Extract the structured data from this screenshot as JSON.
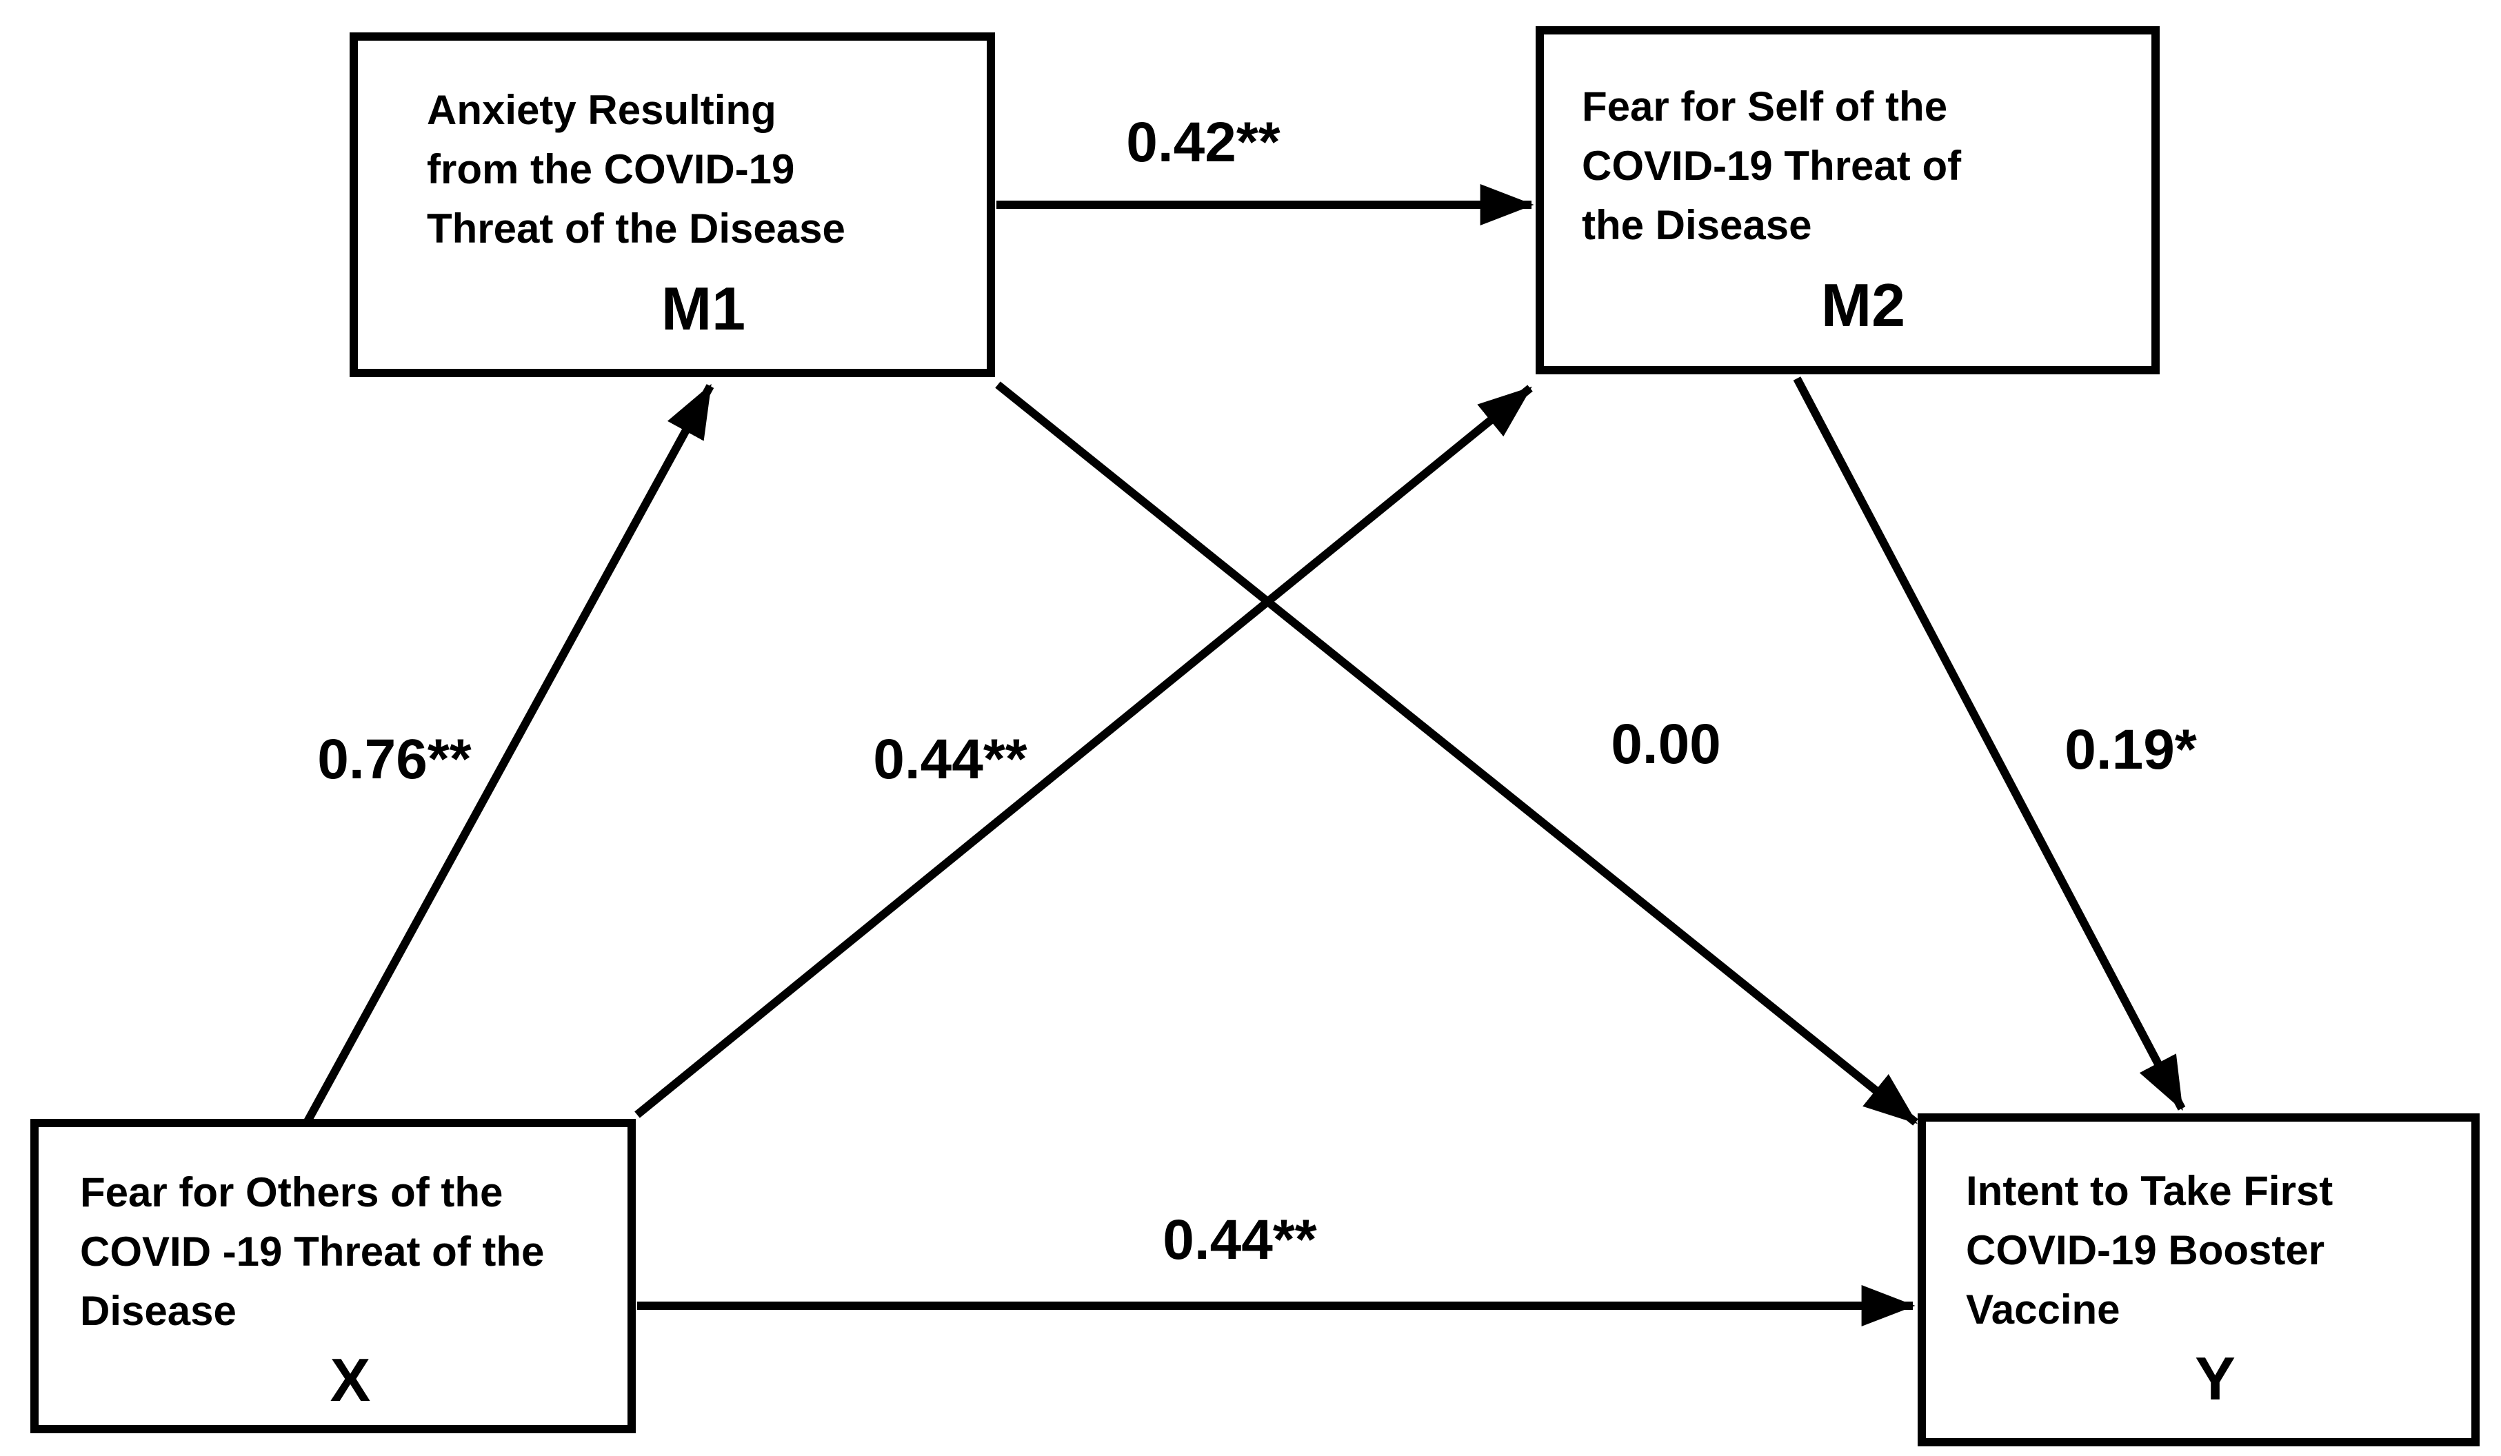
{
  "diagram": {
    "type": "mediation-path-model",
    "colors": {
      "ink": "#000000",
      "background": "#ffffff"
    },
    "boxes": {
      "m1": {
        "lines": [
          "Anxiety Resulting",
          "from the COVID-19",
          "Threat of the Disease"
        ],
        "variable": "M1"
      },
      "m2": {
        "lines": [
          "Fear for Self of the",
          "COVID-19 Threat of",
          "the Disease"
        ],
        "variable": "M2"
      },
      "x": {
        "lines": [
          "Fear for Others of the",
          "COVID -19 Threat of the",
          "Disease"
        ],
        "variable": "X"
      },
      "y": {
        "lines": [
          "Intent to Take First",
          "COVID-19 Booster",
          "Vaccine"
        ],
        "variable": "Y"
      }
    },
    "paths": {
      "x_to_m1": {
        "from": "X",
        "to": "M1",
        "coefficient": "0.76**"
      },
      "x_to_m2": {
        "from": "X",
        "to": "M2",
        "coefficient": "0.44**"
      },
      "m1_to_m2": {
        "from": "M1",
        "to": "M2",
        "coefficient": "0.42**"
      },
      "m1_to_y": {
        "from": "M1",
        "to": "Y",
        "coefficient": "0.00"
      },
      "m2_to_y": {
        "from": "M2",
        "to": "Y",
        "coefficient": "0.19*"
      },
      "x_to_y": {
        "from": "X",
        "to": "Y",
        "coefficient": "0.44**"
      }
    }
  }
}
